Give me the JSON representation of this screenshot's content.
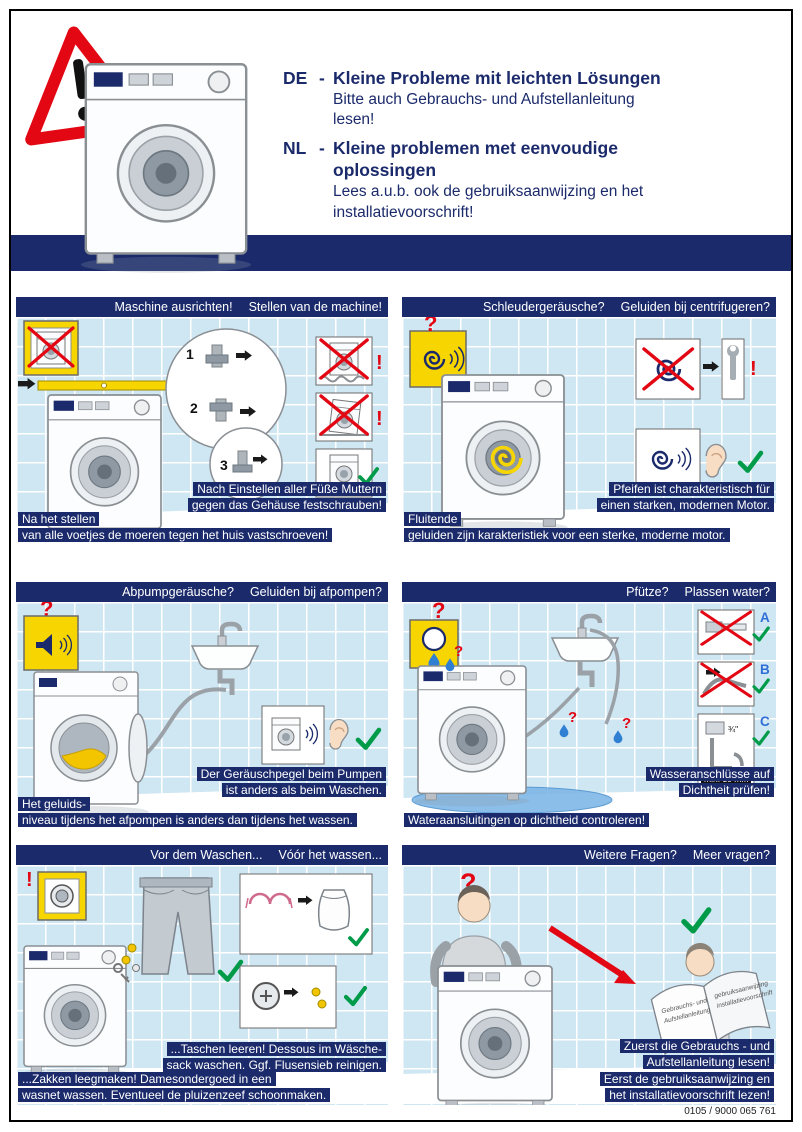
{
  "document": {
    "footer_code": "0105 / 9000 065 761"
  },
  "header": {
    "de": {
      "lang": "DE",
      "dash": "-",
      "title": "Kleine Probleme mit leichten Lösungen",
      "subtitle": "Bitte auch Gebrauchs- und Aufstellanleitung lesen!"
    },
    "nl": {
      "lang": "NL",
      "dash": "-",
      "title": "Kleine problemen met eenvoudige oplossingen",
      "subtitle": "Lees a.u.b. ook de gebruiksaanwijzing en het installatievoorschrift!"
    }
  },
  "symbols": {
    "question": "?",
    "warn": "!"
  },
  "colors": {
    "navy": "#1b2a6b",
    "tile_blue": "#cfe6f3",
    "sign_yellow": "#f7d500",
    "alert_red": "#e30613",
    "ok_green": "#009b48",
    "water_blue": "#7fb7e6"
  },
  "panels": {
    "level": {
      "header_de": "Maschine ausrichten!",
      "header_nl": "Stellen van de machine!",
      "caption_de": [
        "Nach Einstellen aller Füße Muttern",
        "gegen das Gehäuse festschrauben!"
      ],
      "caption_nl": [
        "Na het stellen",
        "van alle voetjes de moeren tegen het huis vastschroeven!"
      ],
      "step1": "1",
      "step2": "2",
      "step3": "3"
    },
    "spin_noise": {
      "header_de": "Schleudergeräusche?",
      "header_nl": "Geluiden bij centrifugeren?",
      "caption_de": [
        "Pfeifen ist charakteristisch für",
        "einen starken, modernen Motor."
      ],
      "caption_nl": [
        "Fluitende",
        "geluiden zijn karakteristiek voor een sterke, moderne motor."
      ]
    },
    "pump_noise": {
      "header_de": "Abpumpgeräusche?",
      "header_nl": "Geluiden bij afpompen?",
      "caption_de": [
        "Der Geräuschpegel beim Pumpen",
        "ist anders als beim Waschen."
      ],
      "caption_nl": [
        "Het geluids-",
        "niveau tijdens het afpompen is anders dan tijdens het wassen."
      ]
    },
    "puddle": {
      "header_de": "Pfütze?",
      "header_nl": "Plassen water?",
      "caption_de": [
        "Wasseranschlüsse auf",
        "Dichtheit prüfen!"
      ],
      "caption_nl": [
        "Wateraansluitingen op dichtheid controleren!"
      ],
      "label_a": "A",
      "label_b": "B",
      "label_c": "C",
      "size_label": "¾\"",
      "min_label": "min. 10 mm"
    },
    "before_wash": {
      "header_de": "Vor dem Waschen...",
      "header_nl": "Vóór het wassen...",
      "caption_de": [
        "...Taschen leeren! Dessous im Wäsche-",
        "sack waschen. Ggf. Flusensieb reinigen."
      ],
      "caption_nl": [
        "...Zakken leegmaken! Damesondergoed in een",
        "wasnet wassen. Eventueel de pluizenzeef schoonmaken."
      ]
    },
    "questions": {
      "header_de": "Weitere Fragen?",
      "header_nl": "Meer vragen?",
      "caption_de": [
        "Zuerst die Gebrauchs - und",
        "Aufstellanleitung lesen!"
      ],
      "caption_nl": [
        "Eerst de gebruiksaanwijzing en",
        "het installatievoorschrift lezen!"
      ],
      "book_line1": "Gebrauchs- und",
      "book_line2": "Aufstellanleitung",
      "book_line3": "gebruiksaanwijzing",
      "book_line4": "installatievoorschrift"
    }
  }
}
